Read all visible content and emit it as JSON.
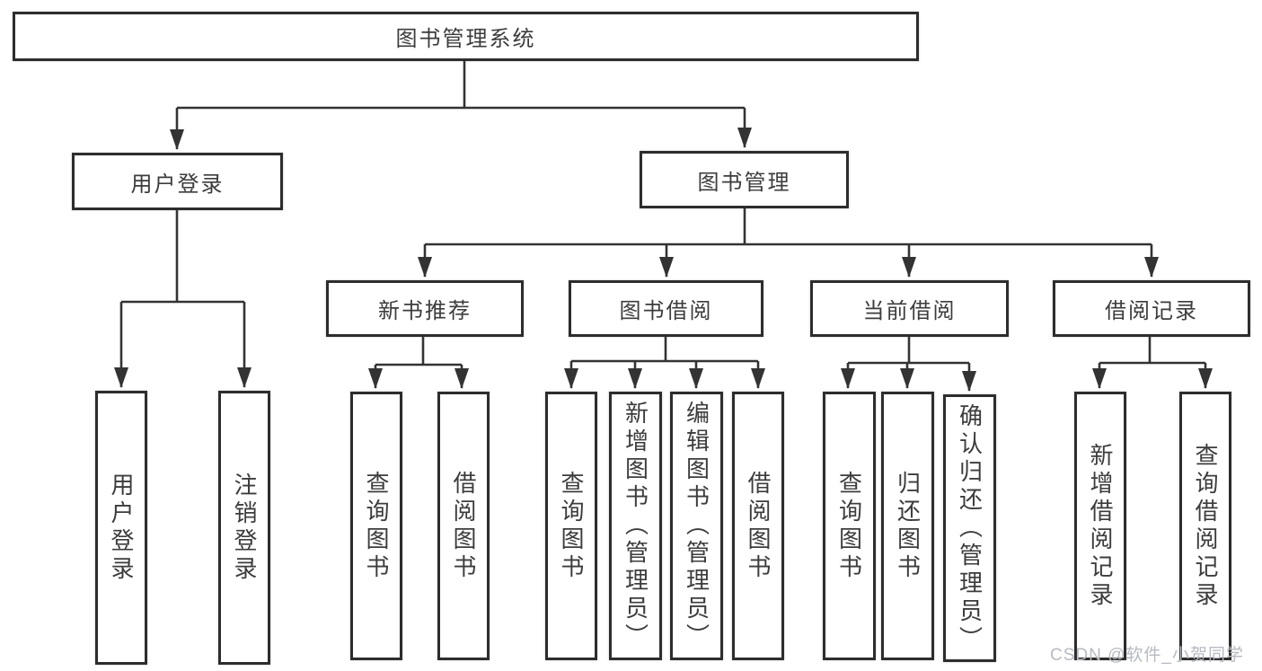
{
  "diagram": {
    "root": {
      "label": "图书管理系统"
    },
    "branches": [
      {
        "label": "用户登录",
        "leaves": [
          "用户登录",
          "注销登录"
        ]
      },
      {
        "label": "图书管理",
        "groups": [
          {
            "label": "新书推荐",
            "leaves": [
              "查询图书",
              "借阅图书"
            ]
          },
          {
            "label": "图书借阅",
            "leaves": [
              "查询图书",
              "新增图书（管理员）",
              "编辑图书（管理员）",
              "借阅图书"
            ]
          },
          {
            "label": "当前借阅",
            "leaves": [
              "查询图书",
              "归还图书",
              "确认归还（管理员）"
            ]
          },
          {
            "label": "借阅记录",
            "leaves": [
              "新增借阅记录",
              "查询借阅记录"
            ]
          }
        ]
      }
    ]
  },
  "watermark": {
    "text": "CSDN @软件_小贺同学"
  },
  "colors": {
    "line": "#333333",
    "box_border": "#2d2d2d",
    "text": "#3c3c3c",
    "watermark": "#b6bac1",
    "background": "#ffffff"
  }
}
